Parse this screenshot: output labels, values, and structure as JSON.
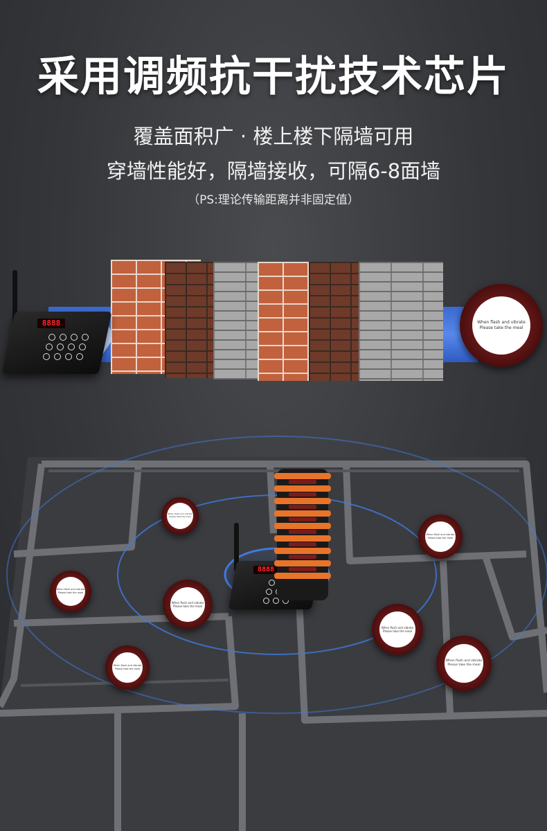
{
  "headline": "采用调频抗干扰技术芯片",
  "subtitle_1": "覆盖面积广 · 楼上楼下隔墙可用",
  "subtitle_2": "穿墙性能好，隔墙接收，可隔6-8面墙",
  "note": "（PS:理论传输距离并非固定值）",
  "transmitter": {
    "display": "8888"
  },
  "pager": {
    "line_1": "When flash and vibrate",
    "line_2": "Please take the meal"
  },
  "colors": {
    "beam": "#4a84f5",
    "signal_ring": "#3f7be0",
    "brick_red": "#c2613e",
    "brick_dark": "#6e3a2a",
    "stone": "#a8a8a8",
    "pager_orange": "#e8742a",
    "pager_red": "#7a1c1c"
  }
}
